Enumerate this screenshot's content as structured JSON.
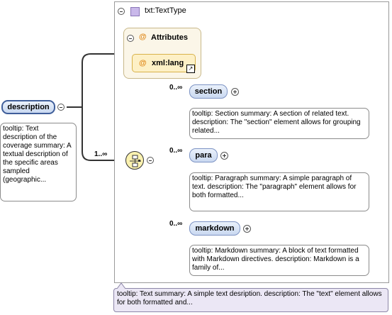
{
  "type_box": {
    "title": "txt:TextType"
  },
  "attributes": {
    "label": "Attributes",
    "at_symbol": "@",
    "items": [
      {
        "name": "xml:lang",
        "badge": "↗"
      }
    ]
  },
  "root": {
    "name": "description",
    "tooltip": "tooltip: Text description of the coverage summary: A textual description of the specific areas sampled (geographic..."
  },
  "sequence": {
    "multiplicity": "1..∞",
    "icon": "sequence-compositor-icon"
  },
  "elements": [
    {
      "name": "section",
      "multiplicity": "0..∞",
      "tooltip": "tooltip: Section summary: A section of related text. description: The \"section\" element allows for grouping related..."
    },
    {
      "name": "para",
      "multiplicity": "0..∞",
      "tooltip": "tooltip: Paragraph summary: A simple paragraph of text. description: The \"paragraph\" element allows for both formatted..."
    },
    {
      "name": "markdown",
      "multiplicity": "0..∞",
      "tooltip": "tooltip: Markdown summary: A block of text formatted with Markdown directives. description: Markdown is a family of..."
    }
  ],
  "type_tooltip": "tooltip: Text summary: A simple text desription. description: The \"text\" element allows for both formatted and...",
  "colors": {
    "element_fill": "#c9d8f0",
    "element_border": "#7d93c4",
    "attribute_fill": "#fdf0c6",
    "type_tooltip_fill": "#ebe7f5",
    "compositor_fill": "#fbf2b0"
  }
}
